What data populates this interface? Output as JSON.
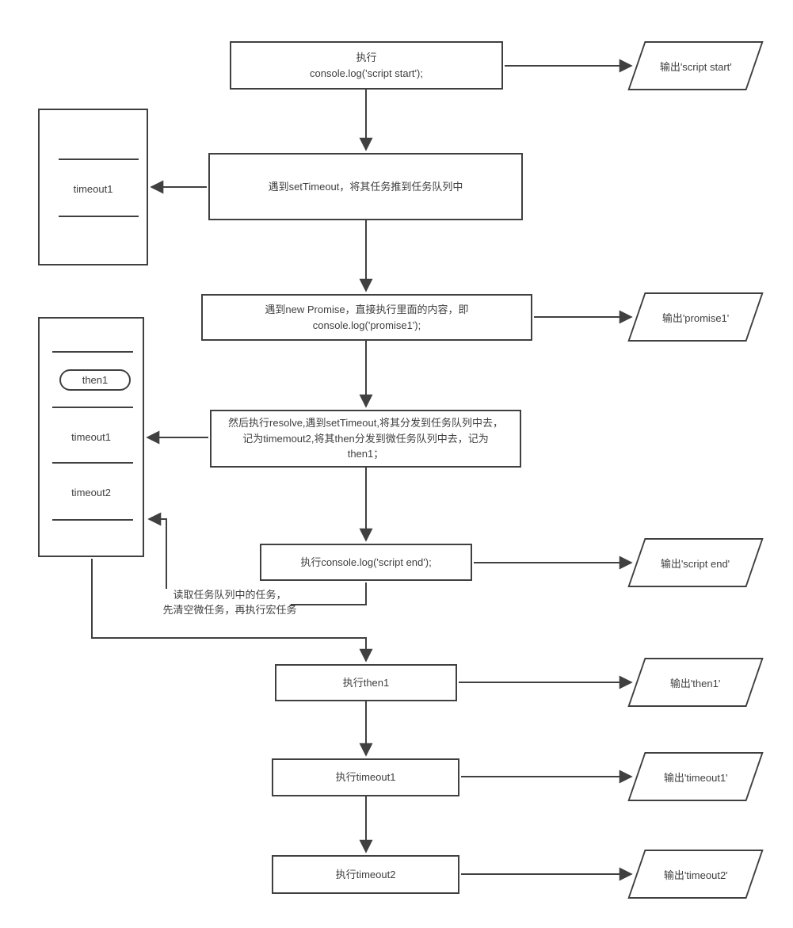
{
  "page": {
    "background": "#ffffff",
    "stroke_color": "#404040",
    "text_color": "#3f3f3f"
  },
  "flow_steps": {
    "script_start": "执行\nconsole.log('script start');",
    "settimeout": "遇到setTimeout，将其任务推到任务队列中",
    "new_promise": "遇到new Promise，直接执行里面的内容，即\nconsole.log('promise1');",
    "resolve": "然后执行resolve,遇到setTimeout,将其分发到任务队列中去，\n记为timemout2,将其then分发到微任务队列中去，记为\nthen1；",
    "script_end": "执行console.log('script end');",
    "run_then1": "执行then1",
    "run_timeout1": "执行timeout1",
    "run_timeout2": "执行timeout2"
  },
  "outputs": {
    "script_start": "输出'script start'",
    "promise1": "输出'promise1'",
    "script_end": "输出'script end'",
    "then1": "输出'then1'",
    "timeout1": "输出'timeout1'",
    "timeout2": "输出'timeout2'"
  },
  "task_queue_initial": {
    "items": [
      "timeout1"
    ]
  },
  "task_queue_full": {
    "microtask": "then1",
    "items": [
      "timeout1",
      "timeout2"
    ]
  },
  "annotation": "读取任务队列中的任务，\n先清空微任务，再执行宏任务"
}
